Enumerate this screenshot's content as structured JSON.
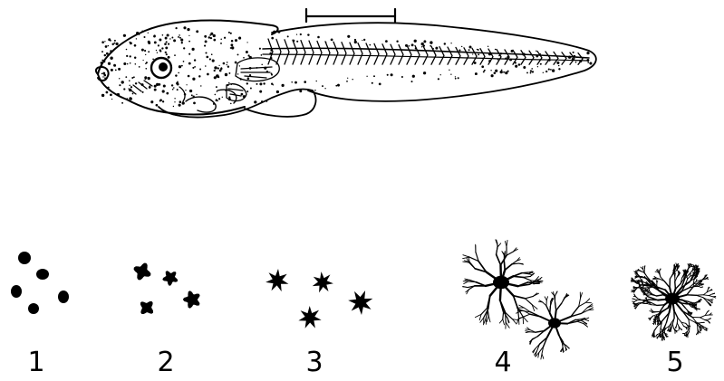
{
  "figure": {
    "subject": "tadpole",
    "stages": [
      {
        "label": "1",
        "form": "punctate"
      },
      {
        "label": "2",
        "form": "punctate-stellate"
      },
      {
        "label": "3",
        "form": "stellate"
      },
      {
        "label": "4",
        "form": "reticulate"
      },
      {
        "label": "5",
        "form": "fully-reticulate"
      }
    ]
  },
  "colors": {
    "ink": "#000000",
    "paper": "#ffffff"
  }
}
